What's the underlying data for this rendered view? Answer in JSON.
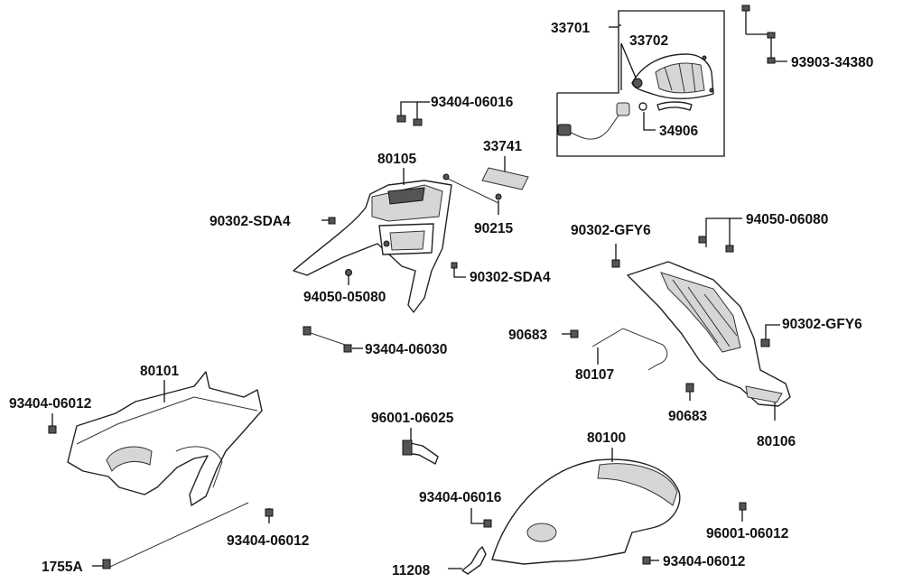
{
  "diagram": {
    "labels": {
      "p33701": "33701",
      "p33702": "33702",
      "p93903_34380": "93903-34380",
      "p93404_06016_top": "93404-06016",
      "p34906": "34906",
      "p33741": "33741",
      "p80105": "80105",
      "p90302_sda4_left": "90302-SDA4",
      "p90215": "90215",
      "p94050_06080": "94050-06080",
      "p90302_gfy6_left": "90302-GFY6",
      "p90302_sda4_right": "90302-SDA4",
      "p94050_05080": "94050-05080",
      "p90302_gfy6_right": "90302-GFY6",
      "p90683_left": "90683",
      "p93404_06030": "93404-06030",
      "p80101": "80101",
      "p80107": "80107",
      "p93404_06012_left": "93404-06012",
      "p90683_bottom": "90683",
      "p96001_06025": "96001-06025",
      "p80100": "80100",
      "p80106": "80106",
      "p93404_06016_bottom": "93404-06016",
      "p96001_06012": "96001-06012",
      "p93404_06012_mid": "93404-06012",
      "p1755a": "1755A",
      "p11208": "11208",
      "p93404_06012_right": "93404-06012"
    }
  }
}
